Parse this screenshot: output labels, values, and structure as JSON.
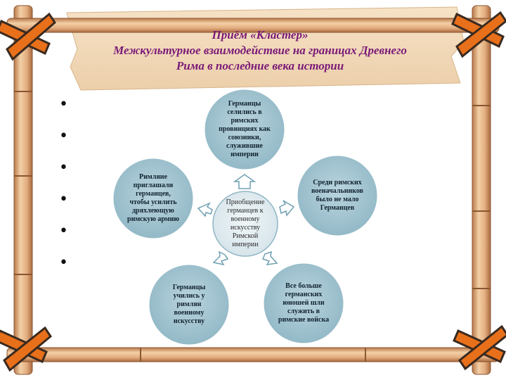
{
  "title": {
    "line1": "Приём «Кластер»",
    "line2": "Межкультурное взаимодействие на границах Древнего",
    "line3": "Рима в последние века истории"
  },
  "bullets": [
    "•",
    "•",
    "•",
    "•",
    "•",
    "•"
  ],
  "cluster": {
    "center": [
      "Приобщение",
      "германцев к",
      "военному",
      "искусству",
      "Римской",
      "империи"
    ],
    "nodes": [
      {
        "id": "top",
        "lines": [
          "Германцы",
          "селились в",
          "римских",
          "провинциях как",
          "союзники,",
          "служившие",
          "империи"
        ]
      },
      {
        "id": "right",
        "lines": [
          "Среди римских",
          "военачальников",
          "было не мало",
          "Германцев"
        ]
      },
      {
        "id": "bottom-right",
        "lines": [
          "Все больше",
          "германских",
          "юношей шли",
          "служить в",
          "римские войска"
        ]
      },
      {
        "id": "bottom-left",
        "lines": [
          "Германцы",
          "учились у",
          "римлян",
          "военному",
          "искусству"
        ]
      },
      {
        "id": "left",
        "lines": [
          "Римляне",
          "приглашали",
          "германцев,",
          "чтобы усилить",
          "дряхлеющую",
          "римскую армию"
        ]
      }
    ]
  },
  "colors": {
    "node_fill": "#9fc2cf",
    "center_fill": "#e3edf1",
    "title_color": "#7a1a78",
    "frame_wood": "#d9a77b",
    "ribbon_orange": "#e8701a",
    "ribbon_dark": "#3a2a20"
  }
}
